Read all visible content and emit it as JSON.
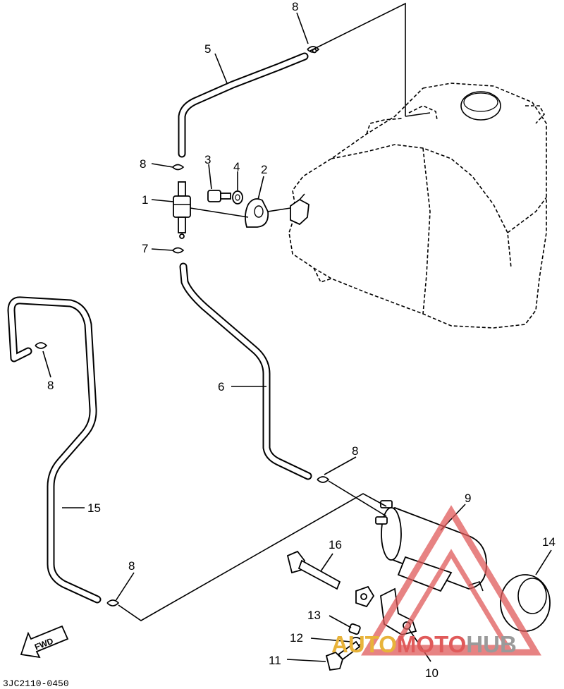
{
  "diagram": {
    "part_callouts": [
      "1",
      "2",
      "3",
      "4",
      "5",
      "6",
      "7",
      "8",
      "9",
      "10",
      "11",
      "12",
      "13",
      "14",
      "15",
      "16"
    ],
    "drawing_code": "3JC2110-0450",
    "direction_arrow": "FWD",
    "watermark": {
      "part_a": "AUTO",
      "part_b": "MOTO",
      "part_c": "HUB",
      "colors": {
        "auto": "#e8b33a",
        "moto": "#e05a5a",
        "hub": "#9a9a9a"
      }
    }
  }
}
